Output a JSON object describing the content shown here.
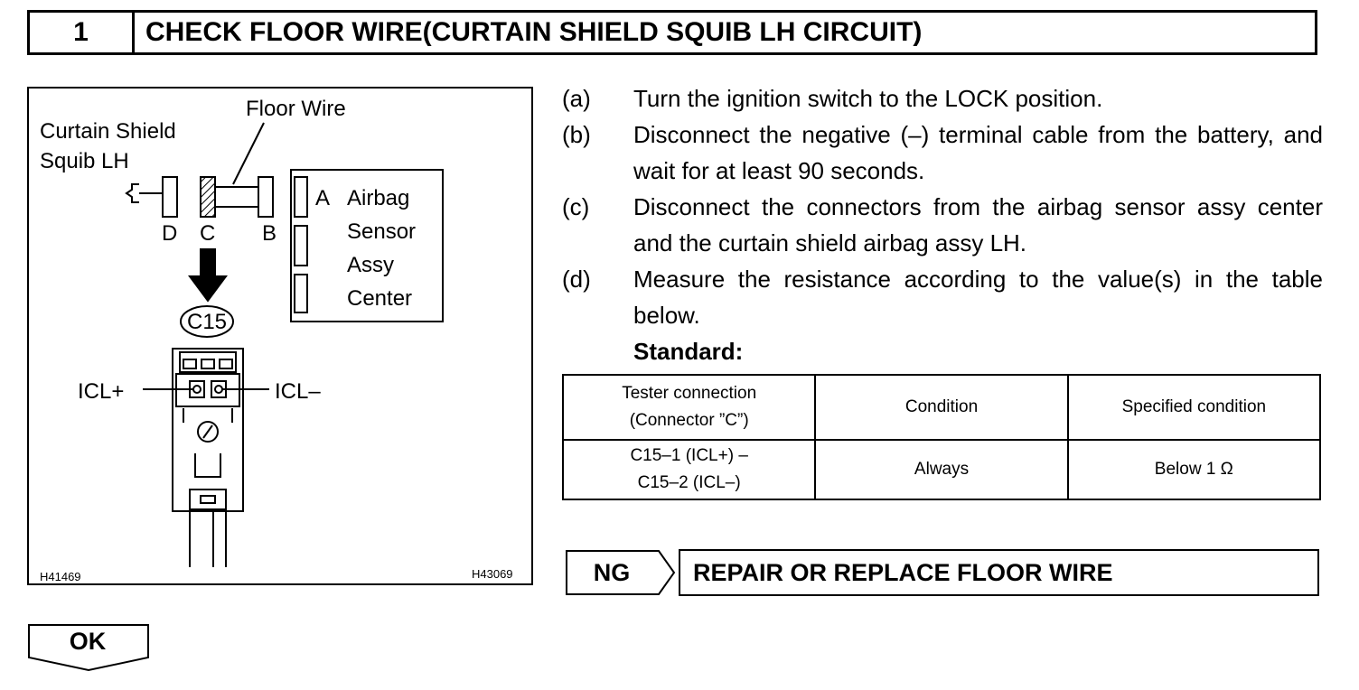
{
  "header": {
    "step_number": "1",
    "title": "CHECK FLOOR WIRE(CURTAIN SHIELD SQUIB LH CIRCUIT)"
  },
  "figure": {
    "labels": {
      "curtain_shield_line1": "Curtain Shield",
      "curtain_shield_line2": "Squib LH",
      "floor_wire": "Floor Wire",
      "connector_d": "D",
      "connector_c": "C",
      "connector_b": "B",
      "connector_a": "A",
      "airbag_line1": "Airbag",
      "airbag_line2": "Sensor",
      "airbag_line3": "Assy",
      "airbag_line4": "Center",
      "connector_id": "C15",
      "icl_plus": "ICL+",
      "icl_minus": "ICL–",
      "code_left": "H41469",
      "code_right": "H43069"
    }
  },
  "steps": [
    {
      "letter": "(a)",
      "text": "Turn the ignition switch to the LOCK position."
    },
    {
      "letter": "(b)",
      "text": "Disconnect the negative (–) terminal cable from the battery, and wait for at least 90 seconds."
    },
    {
      "letter": "(c)",
      "text": "Disconnect the connectors from the airbag sensor assy center and the curtain shield airbag assy LH."
    },
    {
      "letter": "(d)",
      "text": "Measure the resistance according to the value(s) in the table below."
    }
  ],
  "standard_label": "Standard:",
  "table": {
    "headers": {
      "tester_line1": "Tester connection",
      "tester_line2": "(Connector ”C”)",
      "condition": "Condition",
      "specified": "Specified condition"
    },
    "row": {
      "tester_line1": "C15–1 (ICL+) –",
      "tester_line2": "C15–2 (ICL–)",
      "condition": "Always",
      "specified": "Below 1 Ω"
    }
  },
  "ng": {
    "label": "NG",
    "action": "REPAIR OR REPLACE FLOOR WIRE"
  },
  "ok": {
    "label": "OK"
  }
}
